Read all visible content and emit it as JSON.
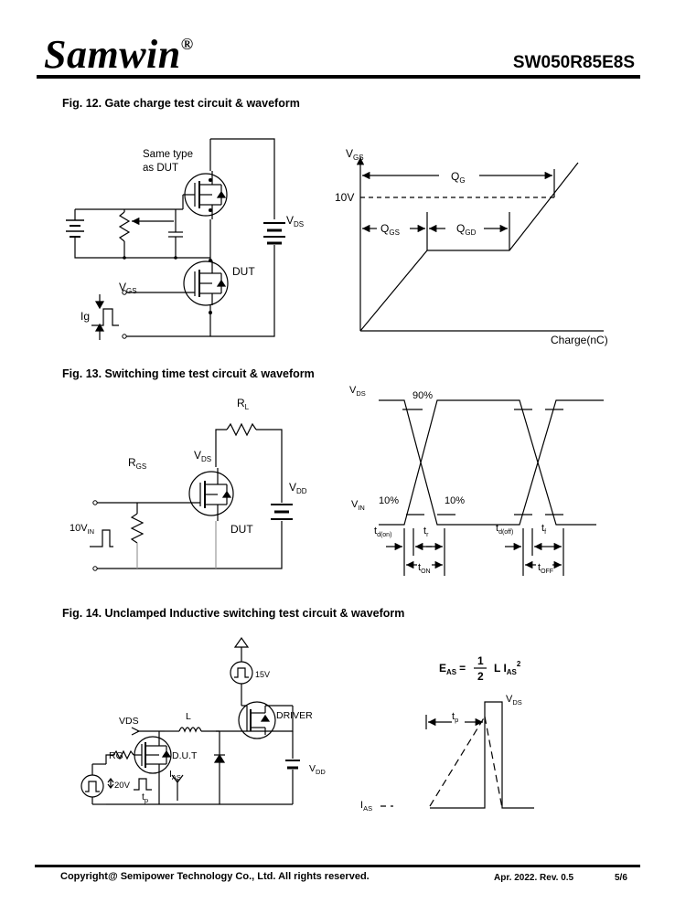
{
  "header": {
    "logo": "Samwin",
    "logo_mark": "®",
    "part_number": "SW050R85E8S"
  },
  "fig12": {
    "title": "Fig. 12. Gate charge test circuit & waveform",
    "same_type_1": "Same type",
    "same_type_2": "as DUT",
    "dut": "DUT",
    "vgs_main": "V",
    "vgs_sub": "GS",
    "vds_main": "V",
    "vds_sub": "DS",
    "ig": "Ig",
    "wf_vgs_main": "V",
    "wf_vgs_sub": "GS",
    "qg_main": "Q",
    "qg_sub": "G",
    "ten_v": "10V",
    "qgs_main": "Q",
    "qgs_sub": "GS",
    "qgd_main": "Q",
    "qgd_sub": "GD",
    "charge": "Charge(nC)"
  },
  "fig13": {
    "title": "Fig. 13. Switching time test circuit & waveform",
    "rl_main": "R",
    "rl_sub": "L",
    "rgs_main": "R",
    "rgs_sub": "GS",
    "vds_main": "V",
    "vds_sub": "DS",
    "vdd_main": "V",
    "vdd_sub": "DD",
    "vin_main": "10V",
    "vin_sub": "IN",
    "dut": "DUT",
    "wf_vds_main": "V",
    "wf_vds_sub": "DS",
    "wf_vin_main": "V",
    "wf_vin_sub": "IN",
    "p90": "90%",
    "p10a": "10%",
    "p10b": "10%",
    "tdon_main": "t",
    "tdon_sub": "d(on)",
    "tr_main": "t",
    "tr_sub": "r",
    "tdoff_main": "t",
    "tdoff_sub": "d(off)",
    "tf_main": "t",
    "tf_sub": "f",
    "ton_main": "t",
    "ton_sub": "ON",
    "toff_main": "t",
    "toff_sub": "OFF"
  },
  "fig14": {
    "title": "Fig. 14. Unclamped Inductive switching test circuit & waveform",
    "v15": "15V",
    "driver": "DRIVER",
    "l": "L",
    "vds": "VDS",
    "rg": "RG",
    "dut": "D.U.T",
    "ias_main": "I",
    "ias_sub": "AS",
    "v20": "20V",
    "tp_main": "t",
    "tp_sub": "p",
    "vdd_main": "V",
    "vdd_sub": "DD",
    "eq_e": "E",
    "eq_as": "AS",
    "eq_eq": "=",
    "eq_num": "1",
    "eq_den": "2",
    "eq_l": "L I",
    "eq_ias": "AS",
    "eq_sq": "2",
    "wf_vds_main": "V",
    "wf_vds_sub": "DS",
    "wf_tp_main": "t",
    "wf_tp_sub": "p",
    "wf_ias_main": "I",
    "wf_ias_sub": "AS"
  },
  "footer": {
    "copyright": "Copyright@ Semipower Technology Co., Ltd. All rights reserved.",
    "date_rev": "Apr. 2022. Rev. 0.5",
    "page": "5/6"
  }
}
